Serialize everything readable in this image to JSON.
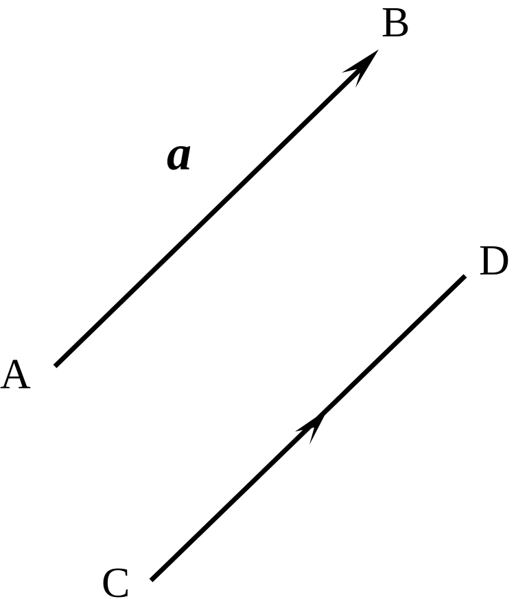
{
  "diagram": {
    "points": {
      "A": "A",
      "B": "B",
      "C": "C",
      "D": "D"
    },
    "vector_label": "a",
    "vectors": [
      {
        "from": "A",
        "to": "B",
        "label": "a",
        "arrow": "head"
      },
      {
        "from": "C",
        "to": "D",
        "arrow": "midpoint"
      }
    ],
    "colors": {
      "stroke": "#000000",
      "background": "#ffffff"
    }
  }
}
